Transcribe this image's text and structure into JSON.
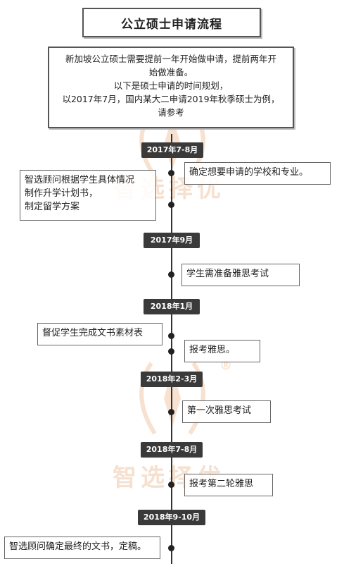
{
  "title": "公立硕士申请流程",
  "intro": [
    "新加坡公立硕士需要提前一年开始做申请，提前两年开",
    "始做准备。",
    "以下是硕士申请的时间规划，",
    "以2017年7月，国内某大二申请2019年秋季硕士为例，",
    "请参考"
  ],
  "watermark": {
    "text": "智选择优",
    "mark": "®"
  },
  "timeline": [
    {
      "date": "2017年7-8月",
      "right": [
        "确定想要申请的学校和专业。"
      ],
      "left": [
        "智选顾问根据学生具体情况",
        "制作升学计划书，",
        "制定留学方案"
      ]
    },
    {
      "date": "2017年9月",
      "right": [
        "学生需准备雅思考试"
      ]
    },
    {
      "date": "2018年1月",
      "right": [
        "报考雅思。"
      ],
      "left": [
        "督促学生完成文书素材表"
      ]
    },
    {
      "date": "2018年2-3月",
      "right": [
        "第一次雅思考试"
      ]
    },
    {
      "date": "2018年7-8月",
      "right": [
        "报考第二轮雅思"
      ]
    },
    {
      "date": "2018年9-10月",
      "left": [
        "智选顾问确定最终的文书，定稿。"
      ]
    }
  ],
  "colors": {
    "label_bg": "#3a3a3a",
    "watermark": "#f0c8a8",
    "line": "#333333"
  }
}
